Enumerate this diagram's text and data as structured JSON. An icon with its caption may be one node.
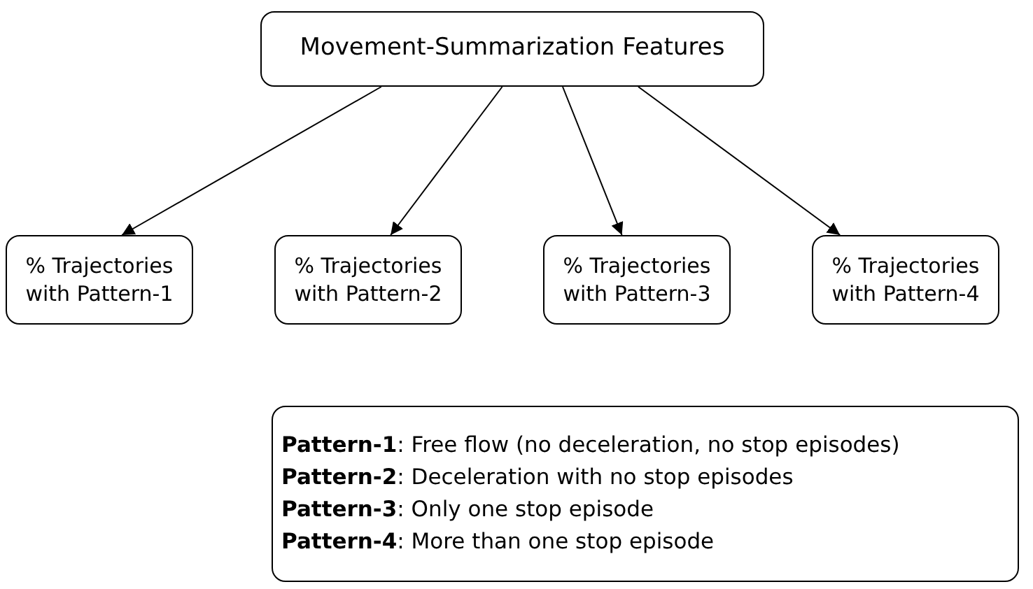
{
  "diagram": {
    "nodes": [
      {
        "text": [
          "Movement-Summarization Features"
        ]
      },
      {
        "text": [
          "% Trajectories with Pattern-1"
        ]
      },
      {
        "text": [
          "% Trajectories with Pattern-2"
        ]
      },
      {
        "text": [
          "% Trajectories with Pattern-3"
        ]
      },
      {
        "text": [
          "% Trajectories with Pattern-4"
        ]
      },
      {
        "text": [
          "**Pattern-1**: Free flow (no deceleration, no stop episodes)",
          "**Pattern-2**: Deceleration with no stop episodes",
          "**Pattern-3**: Only one stop episode",
          "**Pattern-4**: More than one stop episode"
        ]
      }
    ],
    "edges": [
      {
        "from": 0,
        "to": 1,
        "arrow": "to"
      },
      {
        "from": 0,
        "to": 2,
        "arrow": "to"
      },
      {
        "from": 0,
        "to": 3,
        "arrow": "to"
      },
      {
        "from": 0,
        "to": 4,
        "arrow": "to"
      }
    ]
  }
}
